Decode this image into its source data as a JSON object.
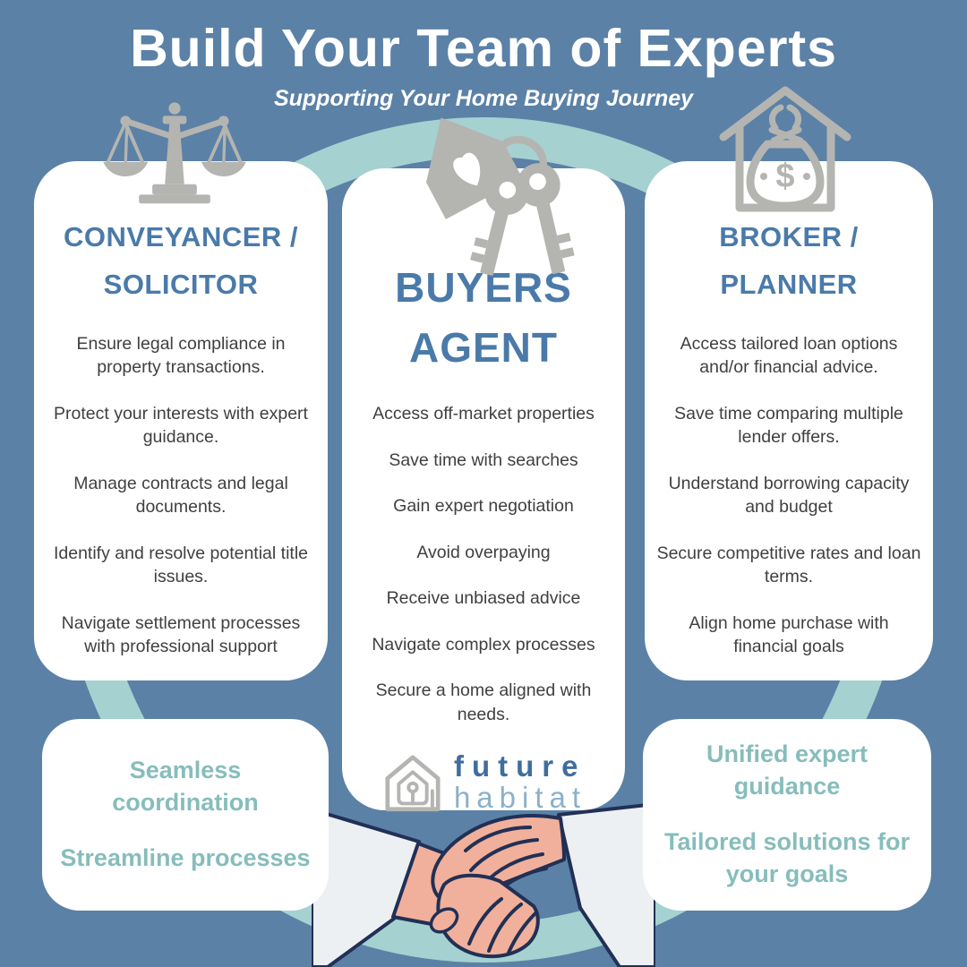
{
  "header": {
    "title": "Build Your Team of Experts",
    "subtitle": "Supporting Your Home Buying Journey"
  },
  "cards": {
    "conveyancer": {
      "title": [
        "CONVEYANCER /",
        "SOLICITOR"
      ],
      "items": [
        "Ensure legal compliance in property transactions.",
        "Protect your interests with expert guidance.",
        "Manage contracts and legal documents.",
        "Identify and resolve potential title issues.",
        "Navigate settlement processes with professional support"
      ]
    },
    "buyers_agent": {
      "title": [
        "BUYERS",
        "AGENT"
      ],
      "items": [
        "Access off-market properties",
        "Save time with searches",
        "Gain expert negotiation",
        "Avoid overpaying",
        "Receive unbiased advice",
        "Navigate complex processes",
        "Secure a home aligned with needs."
      ]
    },
    "broker": {
      "title": [
        "BROKER /",
        "PLANNER"
      ],
      "items": [
        "Access tailored loan options and/or financial advice.",
        "Save time comparing multiple lender offers.",
        "Understand borrowing capacity and budget",
        "Secure competitive rates and loan terms.",
        "Align home purchase with financial goals"
      ]
    }
  },
  "benefit_cards": {
    "left": {
      "lines": [
        "Seamless coordination",
        "Streamline processes"
      ]
    },
    "right": {
      "lines": [
        "Unified expert guidance",
        "Tailored solutions for your goals"
      ]
    }
  },
  "logo": {
    "line1": "future",
    "line2": "habitat"
  },
  "icons": {
    "top_left": "scales-of-justice-icon",
    "top_center": "house-keychain-with-keys-icon",
    "top_right": "house-with-money-bag-icon",
    "bottom_center": "handshake-illustration",
    "center_card": "future-habitat-house-logo-icon",
    "money_symbol": "$"
  },
  "colors": {
    "background": "#5b81a6",
    "card_bg": "#ffffff",
    "heading_blue": "#4a7aa9",
    "body_text": "#404040",
    "teal_text": "#86bdbc",
    "ring_teal": "#a5d1d0",
    "icon_gray": "#b4b4b1",
    "title_white": "#ffffff",
    "logo_dark_blue": "#3f6e9e",
    "logo_light_blue": "#8cb0ca",
    "hand_skin": "#f1b09b",
    "sleeve_white": "#edf0f2",
    "outline_navy": "#213055"
  }
}
